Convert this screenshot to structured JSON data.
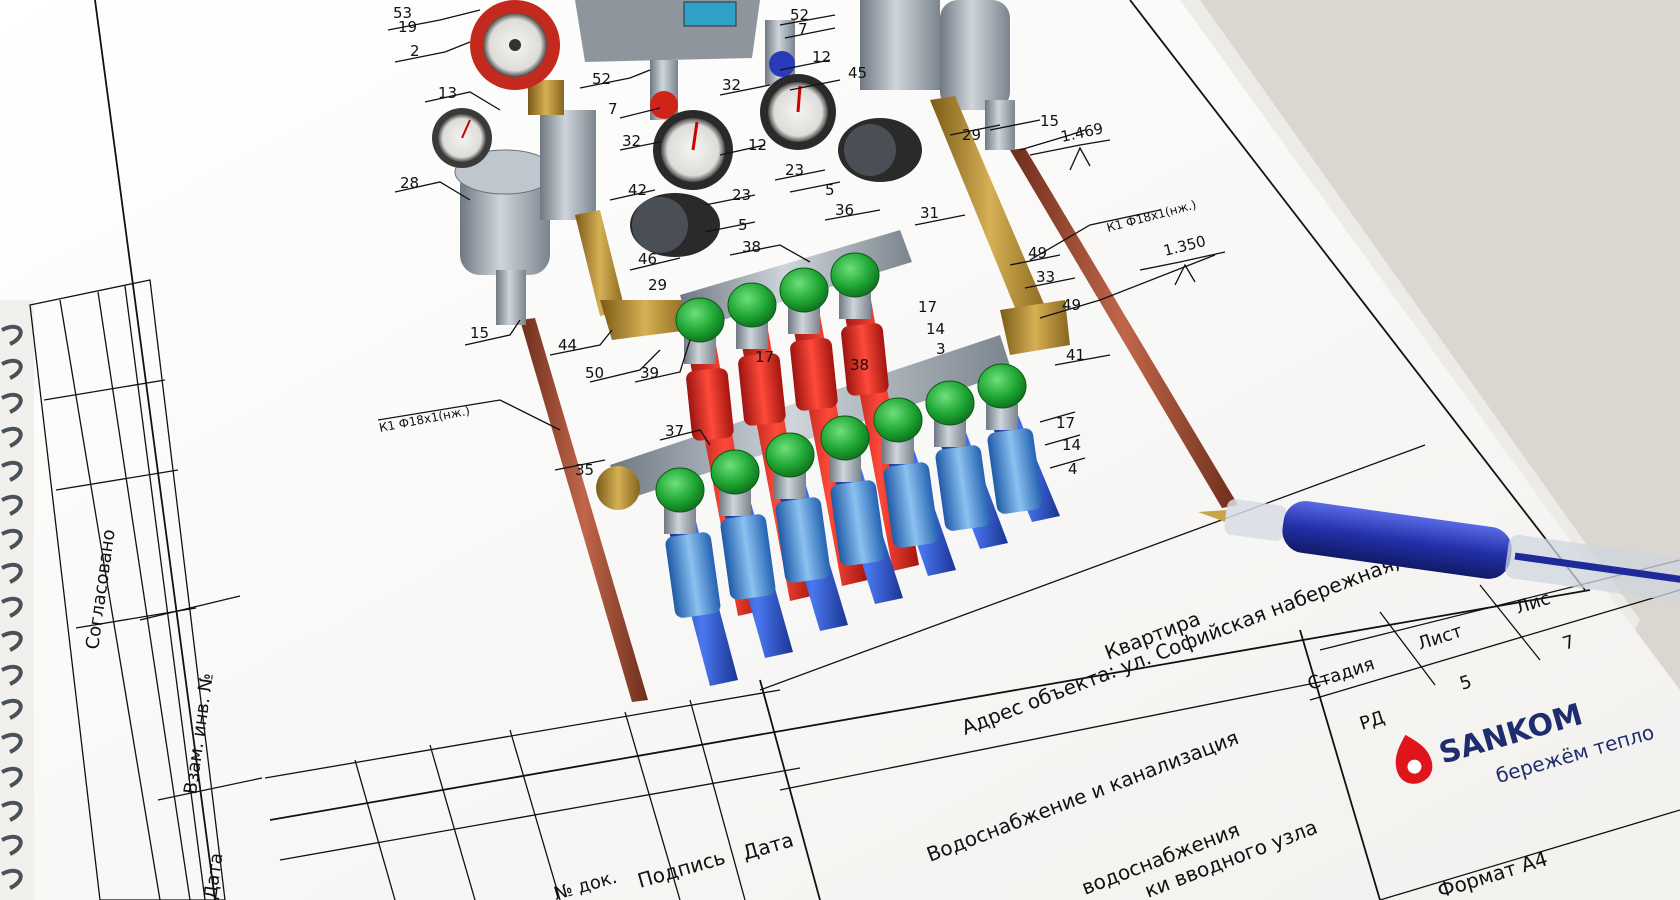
{
  "drawing": {
    "callouts": {
      "n53": "53",
      "n19": "19",
      "n2": "2",
      "n13": "13",
      "n28": "28",
      "n15a": "15",
      "n44": "44",
      "n50": "50",
      "n39": "39",
      "n52a": "52",
      "n7a": "7",
      "n32a": "32",
      "n12a": "12",
      "n23a": "23",
      "n5a": "5",
      "n42": "42",
      "n46": "46",
      "n29a": "29",
      "n38a": "38",
      "n52b": "52",
      "n7b": "7",
      "n32b": "32",
      "n12b": "12",
      "n45": "45",
      "n23b": "23",
      "n5b": "5",
      "n36": "36",
      "n31": "31",
      "n29b": "29",
      "n15b": "15",
      "n49a": "49",
      "n33": "33",
      "n49b": "49",
      "n41": "41",
      "n37": "37",
      "n35": "35",
      "n17a": "17",
      "n14a": "14",
      "n3": "3",
      "n17b": "17",
      "n14b": "14",
      "n4": "4",
      "n17c": "17",
      "n38b": "38"
    },
    "pipe_label_right": "К1 Ф18х1(нж.)",
    "pipe_label_left": "К1 Ф18х1(нж.)",
    "elev_top": "1.469",
    "elev_bottom": "1.350"
  },
  "side_block": {
    "soglasovano": "Согласовано",
    "vzam_inv": "Взам. инв. №",
    "data": "Дата"
  },
  "title_block": {
    "object_type": "Квартира",
    "address": "Адрес объекта: ул. Софийская набережная,",
    "section": "Водоснабжение и канализация",
    "sheet_line1": "водоснабжения",
    "sheet_line2": "ки вводного узла",
    "col_doc": "№ док.",
    "col_sign": "Подпись",
    "col_date": "Дата",
    "stage_header": "Стадия",
    "sheet_header": "Лист",
    "sheets_header": "Лис",
    "stage_value": "РД",
    "sheet_value": "5",
    "sheets_value": "7",
    "format": "Формат А4"
  },
  "logo": {
    "brand": "SANKOM",
    "slogan": "бережём тепло",
    "brand_color": "#1f2d6e",
    "accent_color": "#e0141b"
  },
  "colors": {
    "hot_pipe": "#d42a22",
    "cold_pipe": "#2a4ec2",
    "valve_cap": "#22a03a",
    "brass": "#b08a2e",
    "copper": "#a2553a",
    "steel": "#9aa3ad",
    "pen_body": "#2838b4"
  }
}
